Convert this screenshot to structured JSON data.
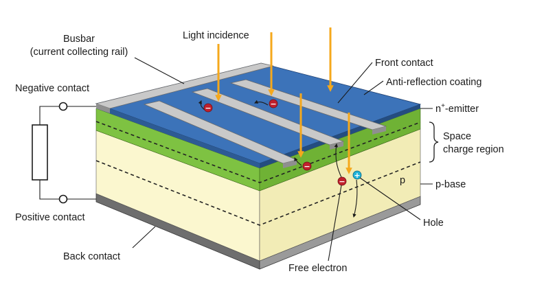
{
  "labels": {
    "busbar_line1": "Busbar",
    "busbar_line2": "(current collecting rail)",
    "light_incidence": "Light incidence",
    "front_contact": "Front contact",
    "anti_reflection": "Anti-reflection coating",
    "negative_contact": "Negative contact",
    "n_emitter_sup": "n",
    "n_emitter_plus": "+",
    "n_emitter_rest": "-emitter",
    "space_charge_line1": "Space",
    "space_charge_line2": "charge region",
    "p_region": "p",
    "p_base": "p-base",
    "positive_contact": "Positive contact",
    "hole": "Hole",
    "back_contact": "Back contact",
    "free_electron": "Free electron"
  },
  "symbols": {
    "electron": "−",
    "hole": "+"
  },
  "colors": {
    "anti_reflection": "#3c73b9",
    "emitter": "#7ec242",
    "base": "#fbf7cf",
    "base_side": "#f2ecb6",
    "metal": "#c9c9c9",
    "metal_dark": "#8f8f8f",
    "back_contact": "#6e6e6e",
    "light": "#f5a81c",
    "electron": "#c0202c",
    "hole": "#1fb3d9"
  }
}
